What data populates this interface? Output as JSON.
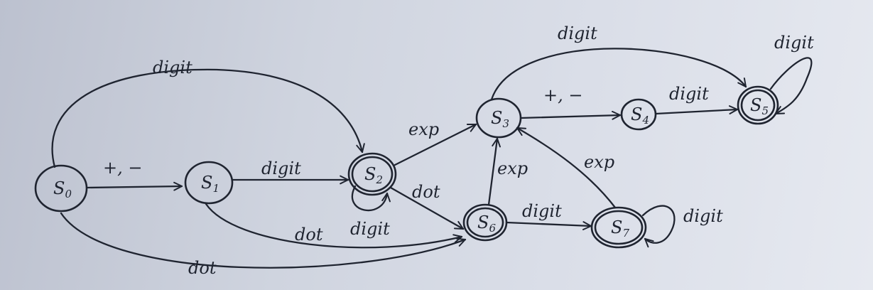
{
  "states": [
    {
      "id": "s0",
      "letter": "S",
      "index": "0",
      "accepting": false
    },
    {
      "id": "s1",
      "letter": "S",
      "index": "1",
      "accepting": false
    },
    {
      "id": "s2",
      "letter": "S",
      "index": "2",
      "accepting": true
    },
    {
      "id": "s3",
      "letter": "S",
      "index": "3",
      "accepting": false
    },
    {
      "id": "s4",
      "letter": "S",
      "index": "4",
      "accepting": false
    },
    {
      "id": "s5",
      "letter": "S",
      "index": "5",
      "accepting": true
    },
    {
      "id": "s6",
      "letter": "S",
      "index": "6",
      "accepting": true
    },
    {
      "id": "s7",
      "letter": "S",
      "index": "7",
      "accepting": true
    }
  ],
  "transitions": [
    {
      "from": "s0",
      "to": "s1",
      "label": "+, −"
    },
    {
      "from": "s0",
      "to": "s2",
      "label": "digit"
    },
    {
      "from": "s0",
      "to": "s6",
      "label": "dot"
    },
    {
      "from": "s1",
      "to": "s2",
      "label": "digit"
    },
    {
      "from": "s1",
      "to": "s6",
      "label": "dot"
    },
    {
      "from": "s2",
      "to": "s2",
      "label": "digit"
    },
    {
      "from": "s2",
      "to": "s3",
      "label": "exp"
    },
    {
      "from": "s2",
      "to": "s6",
      "label": "dot"
    },
    {
      "from": "s3",
      "to": "s4",
      "label": "+, −"
    },
    {
      "from": "s3",
      "to": "s5",
      "label": "digit"
    },
    {
      "from": "s4",
      "to": "s5",
      "label": "digit"
    },
    {
      "from": "s5",
      "to": "s5",
      "label": "digit"
    },
    {
      "from": "s6",
      "to": "s3",
      "label": "exp"
    },
    {
      "from": "s6",
      "to": "s7",
      "label": "digit"
    },
    {
      "from": "s7",
      "to": "s3",
      "label": "exp"
    },
    {
      "from": "s7",
      "to": "s7",
      "label": "digit"
    }
  ]
}
